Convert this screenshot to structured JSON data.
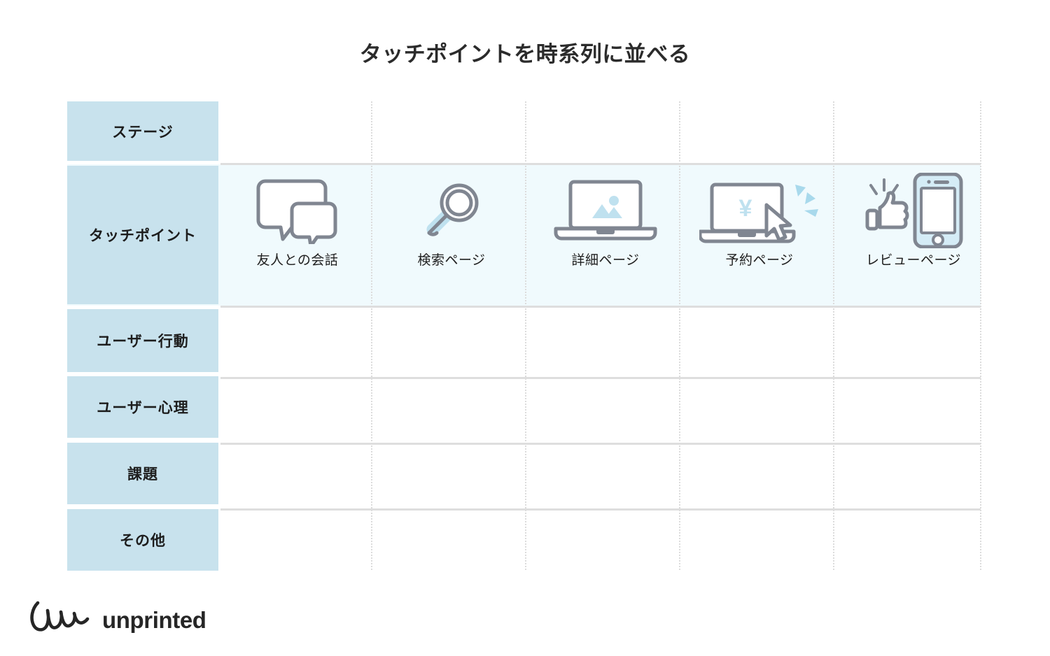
{
  "page": {
    "title": "タッチポイントを時系列に並べる",
    "background_color": "#ffffff"
  },
  "colors": {
    "label_chip": "#c8e2ed",
    "highlight_row": "#f0fafd",
    "grid_line": "#dedede",
    "dotted_line": "#dcdcdc",
    "icon_stroke": "#808691",
    "icon_accent": "#bfe1ef",
    "text": "#1d1d1d"
  },
  "matrix": {
    "rows": [
      {
        "key": "stage",
        "label": "ステージ",
        "highlighted": false
      },
      {
        "key": "touchpoint",
        "label": "タッチポイント",
        "highlighted": true
      },
      {
        "key": "behavior",
        "label": "ユーザー行動",
        "highlighted": false
      },
      {
        "key": "psychology",
        "label": "ユーザー心理",
        "highlighted": false
      },
      {
        "key": "issues",
        "label": "課題",
        "highlighted": false
      },
      {
        "key": "other",
        "label": "その他",
        "highlighted": false
      }
    ],
    "touchpoints": [
      {
        "label": "友人との会話",
        "icon": "speech-bubbles-icon"
      },
      {
        "label": "検索ページ",
        "icon": "magnifier-icon"
      },
      {
        "label": "詳細ページ",
        "icon": "laptop-photo-icon"
      },
      {
        "label": "予約ページ",
        "icon": "laptop-yen-cursor-icon"
      },
      {
        "label": "レビューページ",
        "icon": "thumbs-up-smartphone-icon"
      }
    ]
  },
  "footer": {
    "logo_mark": "unprinted-squiggle-mark",
    "logo_text": "unprinted"
  }
}
